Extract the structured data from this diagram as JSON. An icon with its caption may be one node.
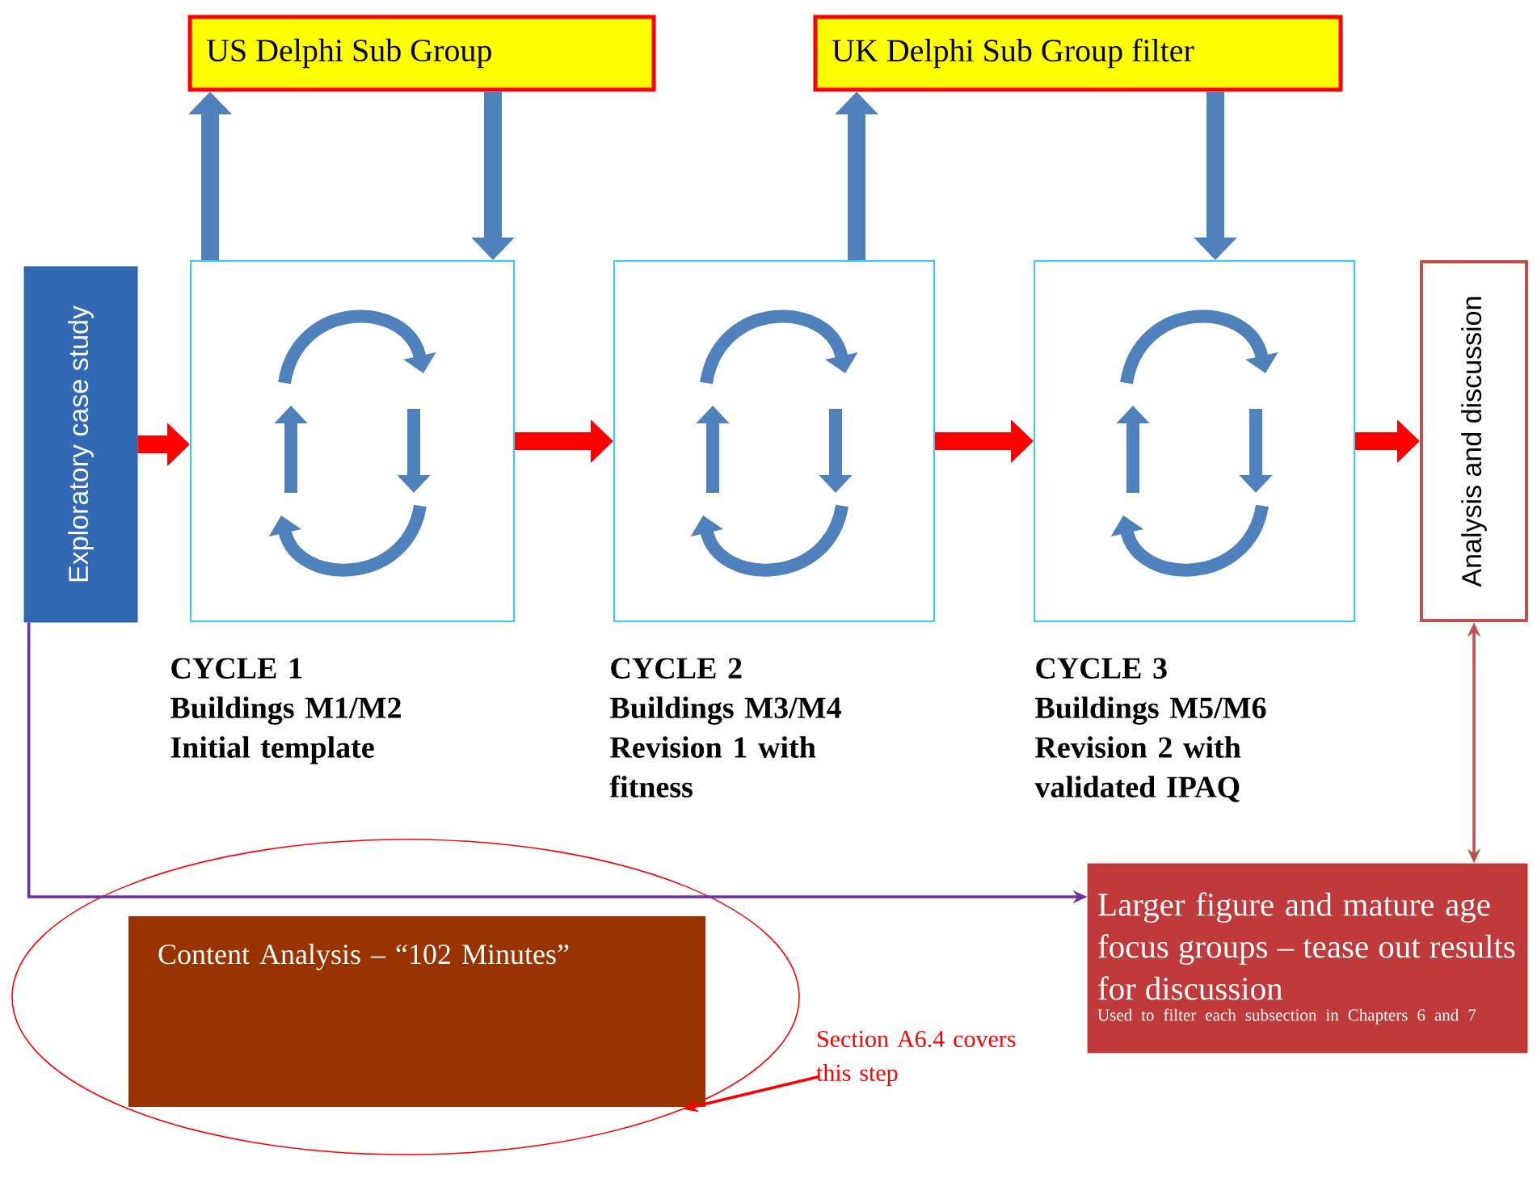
{
  "diagram": {
    "nodes": [
      {
        "text": [
          "US Delphi Sub Group"
        ]
      },
      {
        "text": [
          "UK Delphi Sub Group filter"
        ]
      },
      {
        "text": [
          "Exploratory case study"
        ]
      },
      {
        "text": [],
        "shape": "box",
        "beside": [
          "CYCLE 1",
          "Buildings M1/M2",
          "Initial template"
        ]
      },
      {
        "text": [],
        "shape": "box",
        "beside": [
          "CYCLE 2",
          "Buildings M3/M4",
          "Revision 1 with fitness"
        ]
      },
      {
        "text": [],
        "shape": "box",
        "beside": [
          "CYCLE 3",
          "Buildings M5/M6",
          "Revision 2 with validated IPAQ"
        ]
      },
      {
        "text": [
          "Analysis and discussion"
        ]
      },
      {
        "text": [
          "Larger figure and mature age focus groups – tease out results for discussion",
          "Used to filter each subsection in Chapters 6 and 7"
        ]
      },
      {
        "text": [],
        "shape": "ellipse"
      },
      {
        "text": [
          "Content Analysis – “102 Minutes”"
        ],
        "in": 8
      },
      {
        "text": [
          "Section A6.4 covers this step"
        ]
      }
    ],
    "edges": [
      {
        "from": 3,
        "to": 0,
        "arrow": "to",
        "color": "#4f81bd"
      },
      {
        "from": 0,
        "to": 3,
        "arrow": "to",
        "color": "#4f81bd"
      },
      {
        "from": 4,
        "to": 1,
        "arrow": "to",
        "color": "#4f81bd"
      },
      {
        "from": 1,
        "to": 5,
        "arrow": "to",
        "color": "#4f81bd"
      },
      {
        "from": 2,
        "to": 3,
        "arrow": "to",
        "color": "#ff0000"
      },
      {
        "from": 3,
        "to": 4,
        "arrow": "to",
        "color": "#ff0000"
      },
      {
        "from": 4,
        "to": 5,
        "arrow": "to",
        "color": "#ff0000"
      },
      {
        "from": 5,
        "to": 6,
        "arrow": "to",
        "color": "#ff0000"
      },
      {
        "from": 6,
        "to": 7,
        "arrow": "both",
        "color": "#c0504d"
      },
      {
        "from": 2,
        "to": 7,
        "arrow": "to",
        "color": "#7030a0"
      },
      {
        "from": 10,
        "to": 8,
        "arrow": "to",
        "color": "#ff0000"
      }
    ]
  }
}
